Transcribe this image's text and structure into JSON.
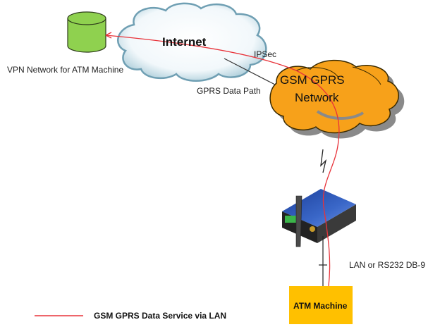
{
  "diagram": {
    "nodes": {
      "vpn": {
        "label": "VPN Network for  ATM Machine",
        "icon": "database-cylinder-icon",
        "color": "#8fd14f"
      },
      "internet": {
        "label": "Internet",
        "icon": "cloud-icon"
      },
      "gsm": {
        "label_line1": "GSM GPRS",
        "label_line2": "Network",
        "icon": "cloud-icon",
        "color": "#f7a11a"
      },
      "router": {
        "icon": "gprs-router-icon"
      },
      "atm": {
        "label": "ATM Machine",
        "color": "#ffc000"
      }
    },
    "edge_labels": {
      "ipsec": "IPSec",
      "gprs_path": "GPRS Data Path",
      "lan_rs232": "LAN or RS232 DB-9"
    },
    "legend": {
      "label": "GSM GPRS Data Service via LAN",
      "color": "#e8333a"
    }
  }
}
